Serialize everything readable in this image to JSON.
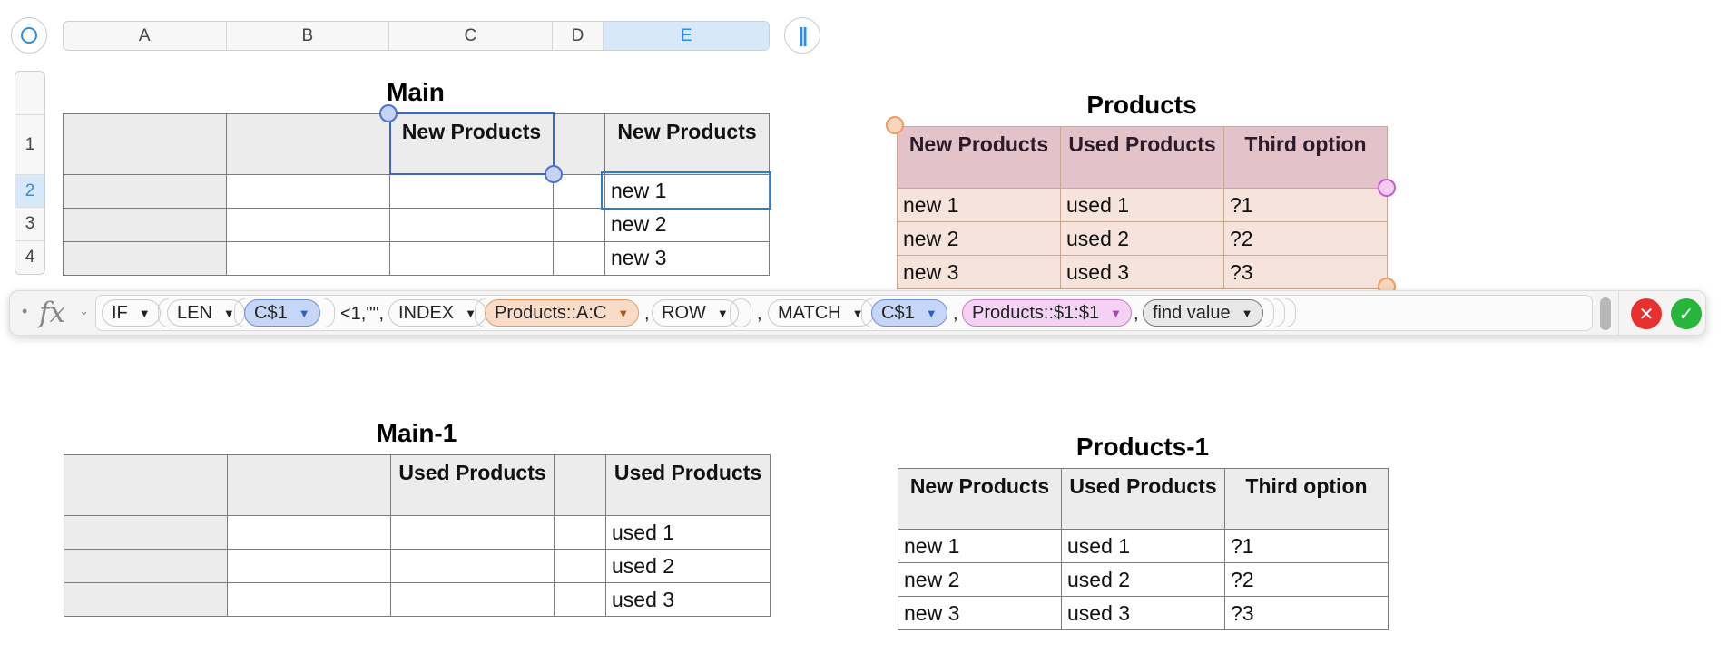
{
  "toolbar": {
    "left_button_icon": "circle-select-icon",
    "right_button_icon": "pause-icon",
    "pause_glyph": "||"
  },
  "column_headers": [
    "A",
    "B",
    "C",
    "D",
    "E"
  ],
  "selected_column": "E",
  "row_headers": [
    "",
    "1",
    "2",
    "3",
    "4"
  ],
  "selected_row": "2",
  "tables": {
    "main": {
      "title": "Main",
      "header": [
        "",
        "",
        "New Products",
        "",
        "New Products"
      ],
      "rows": [
        [
          "",
          "",
          "",
          "",
          "new 1"
        ],
        [
          "",
          "",
          "",
          "",
          "new 2"
        ],
        [
          "",
          "",
          "",
          "",
          "new 3"
        ]
      ]
    },
    "products": {
      "title": "Products",
      "header": [
        "New Products",
        "Used Products",
        "Third option"
      ],
      "rows": [
        [
          "new 1",
          "used 1",
          "?1"
        ],
        [
          "new 2",
          "used 2",
          "?2"
        ],
        [
          "new 3",
          "used 3",
          "?3"
        ]
      ]
    },
    "main1": {
      "title": "Main-1",
      "header": [
        "",
        "",
        "Used Products",
        "",
        "Used Products"
      ],
      "rows": [
        [
          "",
          "",
          "",
          "",
          "used 1"
        ],
        [
          "",
          "",
          "",
          "",
          "used 2"
        ],
        [
          "",
          "",
          "",
          "",
          "used 3"
        ]
      ]
    },
    "products1": {
      "title": "Products-1",
      "header": [
        "New Products",
        "Used Products",
        "Third option"
      ],
      "rows": [
        [
          "new 1",
          "used 1",
          "?1"
        ],
        [
          "new 2",
          "used 2",
          "?2"
        ],
        [
          "new 3",
          "used 3",
          "?3"
        ]
      ]
    }
  },
  "formula_bar": {
    "dot": "•",
    "fx_label": "fx",
    "fx_chevron": "⌄",
    "tokens": {
      "if": "IF",
      "len": "LEN",
      "c1_a": "C$1",
      "lt_text": "<1,\"\",",
      "index": "INDEX",
      "products_ac": "Products::A:C",
      "comma1": ",",
      "row": "ROW",
      "comma2": ",",
      "match": "MATCH",
      "c1_b": "C$1",
      "comma3": ",",
      "products_row1": "Products::$1:$1",
      "comma4": ",",
      "find_value": "find value"
    },
    "dropdown_glyph": "▼",
    "cancel_glyph": "✕",
    "accept_glyph": "✓"
  },
  "colors": {
    "accent_blue": "#2e8de6",
    "selection_fill": "#b2c3e8",
    "products_header": "#e3c3c9",
    "products_body": "#f6e4dc",
    "cancel_red": "#e8302f",
    "accept_green": "#28b53b"
  }
}
